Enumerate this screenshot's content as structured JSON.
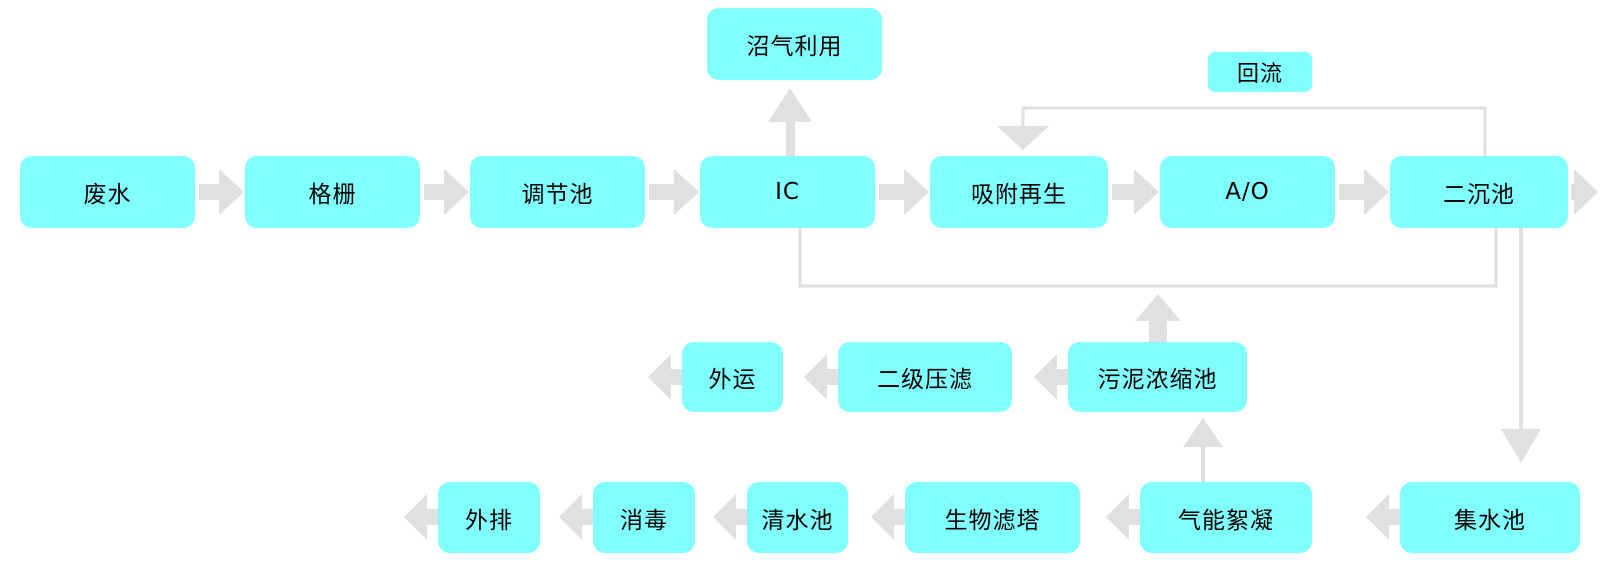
{
  "colors": {
    "bg": "#ffffff",
    "node-fill": "#80ffff",
    "connector": "#e0e0e0",
    "text": "#000000"
  },
  "flow": {
    "main_row": [
      "废水",
      "格栅",
      "调节池",
      "IC",
      "吸附再生",
      "A/O",
      "二沉池"
    ],
    "top_branch": {
      "biogas": "沼气利用",
      "reflux_label": "回流"
    },
    "sludge_row": [
      "外运",
      "二级压滤",
      "污泥浓缩池"
    ],
    "water_row": [
      "外排",
      "消毒",
      "清水池",
      "生物滤塔",
      "气能絮凝",
      "集水池"
    ],
    "edges": [
      {
        "from": "废水",
        "to": "格栅"
      },
      {
        "from": "格栅",
        "to": "调节池"
      },
      {
        "from": "调节池",
        "to": "IC"
      },
      {
        "from": "IC",
        "to": "吸附再生"
      },
      {
        "from": "吸附再生",
        "to": "A/O"
      },
      {
        "from": "A/O",
        "to": "二沉池"
      },
      {
        "from": "二沉池",
        "to": "exit-right"
      },
      {
        "from": "IC",
        "to": "沼气利用"
      },
      {
        "from": "二沉池",
        "to": "吸附再生",
        "label": "回流"
      },
      {
        "from": "污泥浓缩池",
        "to": "IC",
        "note": "up-arrow into shared bottom line between IC and 二沉池"
      },
      {
        "from": "污泥浓缩池",
        "to": "二级压滤"
      },
      {
        "from": "二级压滤",
        "to": "外运"
      },
      {
        "from": "外运",
        "to": "exit-left"
      },
      {
        "from": "二沉池",
        "to": "集水池"
      },
      {
        "from": "集水池",
        "to": "气能絮凝"
      },
      {
        "from": "气能絮凝",
        "to": "污泥浓缩池"
      },
      {
        "from": "气能絮凝",
        "to": "生物滤塔"
      },
      {
        "from": "生物滤塔",
        "to": "清水池"
      },
      {
        "from": "清水池",
        "to": "消毒"
      },
      {
        "from": "消毒",
        "to": "外排"
      },
      {
        "from": "外排",
        "to": "exit-left"
      }
    ]
  }
}
